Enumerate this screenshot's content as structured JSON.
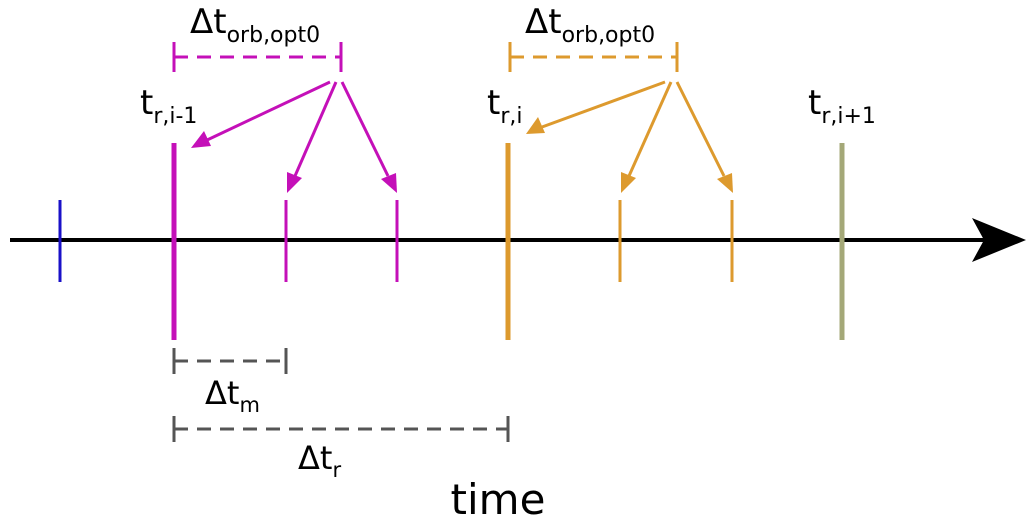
{
  "labels": {
    "delta_orb_magenta": {
      "main": "Δt",
      "sub": "orb,opt0"
    },
    "delta_orb_orange": {
      "main": "Δt",
      "sub": "orb,opt0"
    },
    "t_prev": {
      "main": "t",
      "sub": "r,i-1"
    },
    "t_curr": {
      "main": "t",
      "sub": "r,i"
    },
    "t_next": {
      "main": "t",
      "sub": "r,i+1"
    },
    "delta_m": {
      "main": "Δt",
      "sub": "m"
    },
    "delta_r": {
      "main": "Δt",
      "sub": "r"
    },
    "axis": "time"
  },
  "colors": {
    "axis": "#000000",
    "start_tick": "#1a10c8",
    "magenta": "#c410b8",
    "orange": "#dd9a2e",
    "olive": "#a4a878",
    "bracket_gray": "#555555"
  }
}
